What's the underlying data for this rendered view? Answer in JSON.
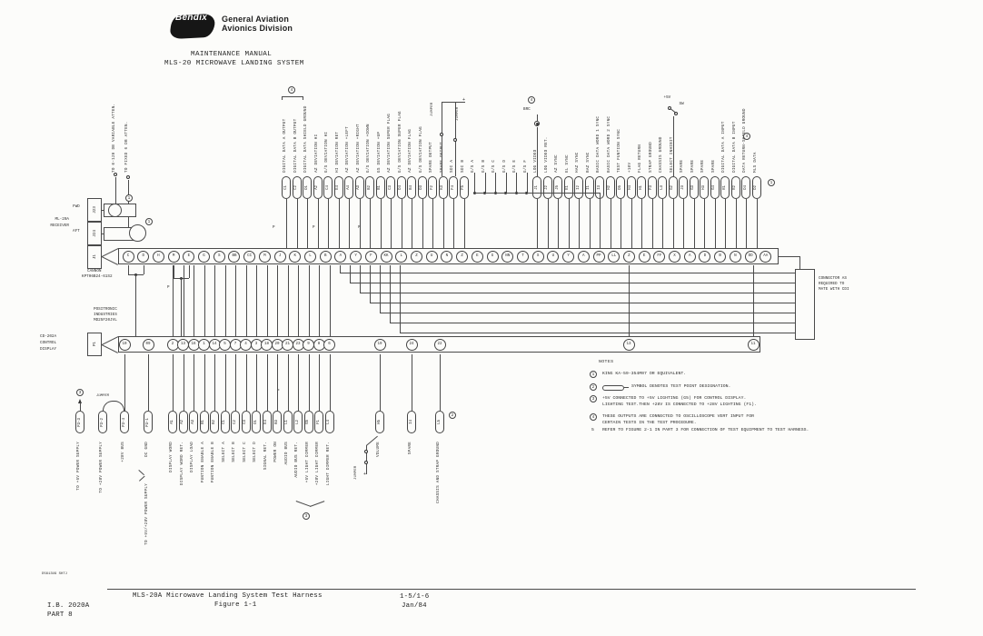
{
  "header": {
    "logo_text": "Bendix",
    "division_line1": "General Aviation",
    "division_line2": "Avionics Division",
    "manual_line1": "MAINTENANCE MANUAL",
    "manual_line2": "MLS-20 MICROWAVE LANDING SYSTEM"
  },
  "receiver": {
    "name_line1": "ML-20A",
    "name_line2": "RECEIVER",
    "fwd": "FWD",
    "aft": "AFT",
    "connectors": [
      "J23",
      "J24",
      "J1"
    ],
    "cannon_line1": "CANNON",
    "cannon_line2": "KPT06B24-61S2",
    "atten_labels": [
      "TO 0-120 DB VARIABLE ATTEN.",
      "TO FIXED 6 DB ATTEN."
    ]
  },
  "control_display": {
    "name_lines": [
      "CD-202A",
      "CONTROL",
      "DISPLAY"
    ],
    "connector": "P1",
    "positronic_lines": [
      "POSITRONIC",
      "INDUSTRIES",
      "MD25F20JVL"
    ]
  },
  "cdi": {
    "label_lines": [
      "CONNECTOR AS",
      "REQUIRED TO",
      "MATE WITH CDI"
    ]
  },
  "annotations": {
    "jumper": "JUMPER",
    "brc": "BRC",
    "plus5v": "+5V",
    "sw": "SW",
    "plus": "+",
    "note1": "1",
    "note2": "2",
    "note3": "3",
    "note4": "4"
  },
  "top_signals": [
    {
      "label": "DIGITAL DATA A OUTPUT",
      "pin": "C1"
    },
    {
      "label": "DIGITAL DATA B OUTPUT",
      "pin": "C2"
    },
    {
      "label": "DIGITAL DATA SHIELD GROUND",
      "pin": "D1"
    },
    {
      "label": "AZ DEVIATION HI",
      "pin": "A2"
    },
    {
      "label": "G/S DEVIATION HI",
      "pin": "C4"
    },
    {
      "label": "HI DEVIATION RET",
      "pin": "E4"
    },
    {
      "label": "AZ DEVIATION +LEFT",
      "pin": "A4"
    },
    {
      "label": "AZ DEVIATION +RIGHT",
      "pin": "A3"
    },
    {
      "label": "G/S DEVIATION +DOWN",
      "pin": "B2"
    },
    {
      "label": "GS DEVIATION +UP",
      "pin": "B1"
    },
    {
      "label": "AZ DEVIATION SUPER FLAG",
      "pin": "C3"
    },
    {
      "label": "G/S DEVIATION SUPER FLAG",
      "pin": "D4"
    },
    {
      "label": "AZ DEVIATION FLAG",
      "pin": "B4"
    },
    {
      "label": "G/S DEVIATION FLAG",
      "pin": "D3"
    },
    {
      "label": "SPARE OUTPUT",
      "pin": "F2"
    },
    {
      "label": "SPARE OUTPUT",
      "pin": "K3"
    },
    {
      "label": "SDI A",
      "pin": "F4"
    },
    {
      "label": "SDI B",
      "pin": "F5"
    },
    {
      "label": "G/S A",
      "pin": null
    },
    {
      "label": "G/S B",
      "pin": null
    },
    {
      "label": "G/S C",
      "pin": null
    },
    {
      "label": "G/S D",
      "pin": null
    },
    {
      "label": "G/S E",
      "pin": null
    },
    {
      "label": "G/S F",
      "pin": null
    },
    {
      "label": "LOG VIDEO",
      "pin": "J1"
    },
    {
      "label": "LOG VIDEO RET.",
      "pin": "J2"
    },
    {
      "label": "AZ SYNC",
      "pin": "J5"
    },
    {
      "label": "EL SYNC",
      "pin": "E1"
    },
    {
      "label": "HAZ SYNC",
      "pin": "I2"
    },
    {
      "label": "BAZ SYNC",
      "pin": "I1"
    },
    {
      "label": "BASIC DATA WORD 1 SYNC",
      "pin": "I3"
    },
    {
      "label": "BASIC DATA WORD 2 SYNC",
      "pin": "H2"
    },
    {
      "label": "TEST FUNTION SYNC",
      "pin": "D5"
    },
    {
      "label": "+10V",
      "pin": "H4"
    },
    {
      "label": "FLAG RETURN",
      "pin": "H1"
    },
    {
      "label": "STRAP GROUND",
      "pin": "F3"
    },
    {
      "label": "CHASSIS GROUND",
      "pin": "L3"
    },
    {
      "label": "SELECT INHIBIT",
      "pin": "G2"
    },
    {
      "label": "SPARE",
      "pin": "J3"
    },
    {
      "label": "SPARE",
      "pin": "G3"
    },
    {
      "label": "SPARE",
      "pin": "H3"
    },
    {
      "label": "SPARE",
      "pin": "G4"
    },
    {
      "label": "DIGITAL DATA A INPUT",
      "pin": "R1"
    },
    {
      "label": "DIGITAL DATA B INPUT",
      "pin": "R2"
    },
    {
      "label": "DATA RETURN-SHIELD GROUND",
      "pin": "D4"
    },
    {
      "label": "MLS DATA",
      "pin": "D2"
    }
  ],
  "strip_pins": [
    "C",
    "D",
    "H",
    "M",
    "E",
    "G",
    "S",
    "BB",
    "CC",
    "M",
    "J",
    "K",
    "L",
    "B",
    "A",
    "Y",
    "F",
    "KK",
    "L",
    "Z",
    "U",
    "N",
    "Z",
    "E",
    "G",
    "NN",
    "T",
    "S",
    "U",
    "Y",
    "A",
    "PP",
    "LL",
    "Z",
    "E",
    "FF",
    "X",
    "A",
    "D",
    "B",
    "N",
    "DD",
    "AA"
  ],
  "display_pins": [
    "10",
    "09",
    "2",
    "13",
    "16",
    "1",
    "14",
    "5",
    "7",
    "4",
    "3",
    "18",
    "20",
    "21",
    "23",
    "9",
    "8",
    "6",
    "19",
    "24",
    "22",
    "13",
    "11"
  ],
  "bottom_points": [
    {
      "pin": "P3-3",
      "label": "TO +5V POWER SUPPLY"
    },
    {
      "pin": "P3-2",
      "label": "TO +28V POWER SUPPLY"
    },
    {
      "pin": "P3-4",
      "label": "+28V BUS"
    },
    {
      "pin": "P3-1",
      "label": "DC GND"
    },
    {
      "pin": "A1",
      "label": "DISPLAY WORD"
    },
    {
      "pin": "A2",
      "label": "DISPLAY WORD RET."
    },
    {
      "pin": "A3",
      "label": "DISPLAY LOAD"
    },
    {
      "pin": "B1",
      "label": "FUNTION ENABLE A"
    },
    {
      "pin": "B2",
      "label": "FUNTION ENABLE B"
    },
    {
      "pin": "C1",
      "label": "SELECT A"
    },
    {
      "pin": "C2",
      "label": "SELECT B"
    },
    {
      "pin": "C3",
      "label": "SELECT C"
    },
    {
      "pin": "D1",
      "label": "SELECT D"
    },
    {
      "pin": "E4",
      "label": "SIGNAL RET."
    },
    {
      "pin": "B3",
      "label": "POWER ON"
    },
    {
      "pin": "L1",
      "label": "AUDIO BUS"
    },
    {
      "pin": "L2",
      "label": "AUDIO BUS RET."
    },
    {
      "pin": "G5",
      "label": "+5V LIGHT DIMMER"
    },
    {
      "pin": "F1",
      "label": "+28V LIGHT DIMMER"
    },
    {
      "pin": "L4",
      "label": "LIGHT DIMMER RET."
    },
    {
      "pin": "H5",
      "label": "VOLUME"
    },
    {
      "pin": "I4",
      "label": "SPARE"
    },
    {
      "pin": "L5",
      "label": "CHASSIS AND STRAP GROUND"
    }
  ],
  "dc_gnd_extra": "TO +5V/+28V POWER SUPPLY",
  "notes": {
    "title": "NOTES",
    "items": [
      {
        "ref": "1",
        "circled": true,
        "lines": [
          "KING KA-59-354M07 OR EQUIVALENT."
        ]
      },
      {
        "ref": "2",
        "circled": true,
        "symbol": true,
        "lines": [
          "SYMBOL DENOTES TEST POINT DESIGNATION."
        ]
      },
      {
        "ref": "3",
        "circled": true,
        "lines": [
          "+5V CONNECTED TO +5V LIGHTING (G5) FOR CONTROL DISPLAY.",
          "LIGHTING TEST.THEN +28V IS CONNECTED TO +28V LIGHTING (F1)."
        ]
      },
      {
        "ref": "4",
        "circled": true,
        "lines": [
          "THESE OUTPUTS ARE CONNECTED TO OSCILLOSCOPE VERT INPUT FOR",
          "CERTAIN TESTS IN THE TEST PROCEDURE."
        ]
      },
      {
        "ref": "5",
        "circled": false,
        "lines": [
          "REFER TO FIGURE 2-1 IN PART 3 FOR CONNECTION OF TEST EQUIPMENT TO TEST HARNESS."
        ]
      }
    ]
  },
  "footer": {
    "doc_code": "D5613U9 SHTJ",
    "title_line1": "MLS-20A Microwave Landing System Test Harness",
    "title_line2": "Figure 1-1",
    "ib_line1": "I.B. 2020A",
    "ib_line2": "PART 8",
    "page_ref": "1-5/1-6",
    "date": "Jan/84"
  }
}
